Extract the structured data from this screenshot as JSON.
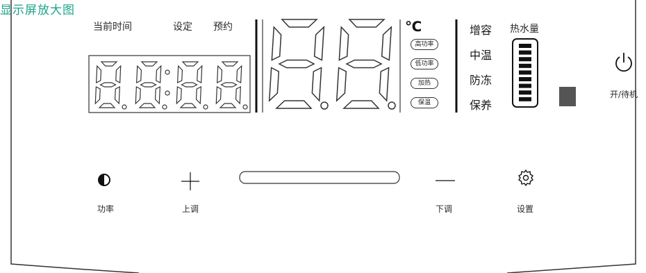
{
  "header": {
    "title": "显示屏放大图"
  },
  "clock": {
    "labels": [
      "当前时间",
      "设定",
      "预约"
    ]
  },
  "temp_display": {
    "unit": "℃",
    "modes": [
      "高功率",
      "低功率",
      "加热",
      "保温"
    ]
  },
  "functions": {
    "items": [
      "增容",
      "中温",
      "防冻",
      "保养"
    ]
  },
  "water_level": {
    "label": "热水量",
    "segments": 9
  },
  "power": {
    "label": "开/待机"
  },
  "controls": {
    "power_rate": "功率",
    "up": "上调",
    "down": "下调",
    "settings": "设置"
  }
}
